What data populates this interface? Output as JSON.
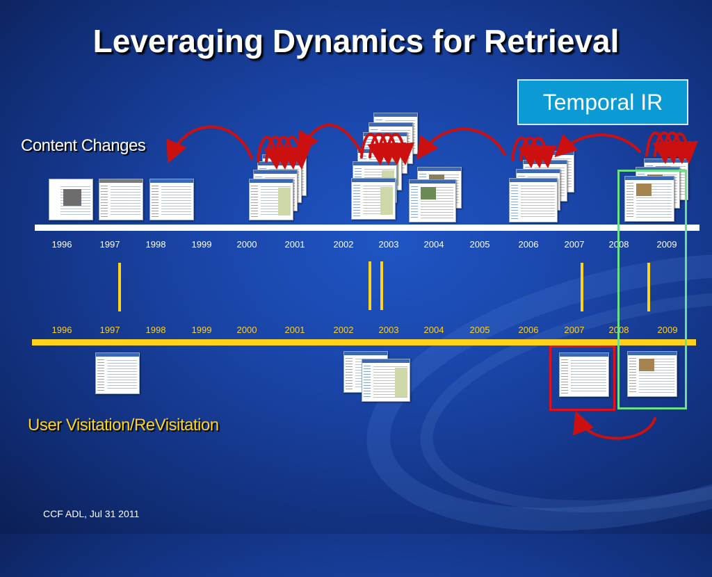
{
  "title": "Leveraging Dynamics for Retrieval",
  "callout": "Temporal IR",
  "content_changes_label": "Content Changes",
  "user_visitation_label": "User Visitation/ReVisitation",
  "footer": "CCF ADL, Jul 31 2011",
  "years": [
    "1996",
    "1997",
    "1998",
    "1999",
    "2000",
    "2001",
    "2002",
    "2003",
    "2004",
    "2005",
    "2006",
    "2007",
    "2008",
    "2009"
  ],
  "colors": {
    "background": "#1a45a8",
    "timeline_top": "#ffffff",
    "timeline_bottom": "#ffd21c",
    "arrows": "#cc1010",
    "callout": "#0b9ad3",
    "highlight_red": "#e0101c",
    "highlight_green": "#6fe08a"
  }
}
